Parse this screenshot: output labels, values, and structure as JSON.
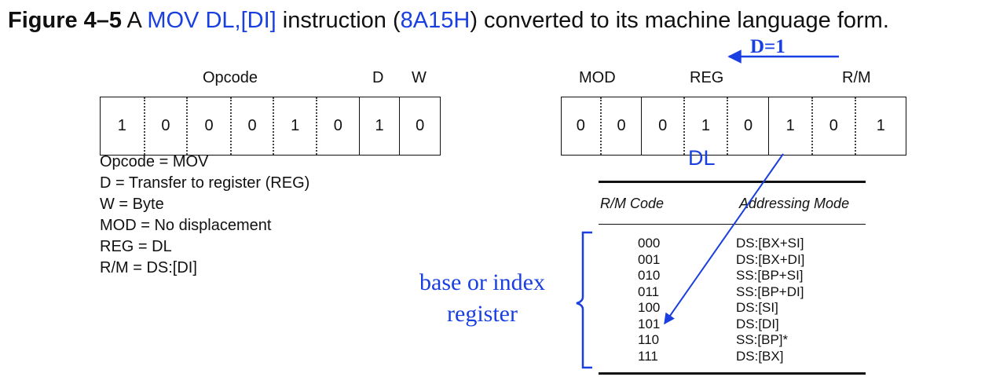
{
  "caption": {
    "label": "Figure 4–5",
    "text_a": "A ",
    "instr": "MOV DL,[DI]",
    "text_b": " instruction (",
    "hex": "8A15H",
    "text_c": ") converted to its machine language form."
  },
  "opcode_byte": {
    "headers": {
      "opcode": "Opcode",
      "d": "D",
      "w": "W"
    },
    "bits": [
      "1",
      "0",
      "0",
      "0",
      "1",
      "0",
      "1",
      "0"
    ]
  },
  "modrm_byte": {
    "headers": {
      "mod": "MOD",
      "reg": "REG",
      "rm": "R/M"
    },
    "bits": [
      "0",
      "0",
      "0",
      "1",
      "0",
      "1",
      "0",
      "1"
    ],
    "d_note": "D=1",
    "reg_name": "DL"
  },
  "legend": [
    "Opcode = MOV",
    "D = Transfer to register (REG)",
    "W = Byte",
    "MOD = No displacement",
    "REG = DL",
    "R/M = DS:[DI]"
  ],
  "rm_table": {
    "headers": {
      "code": "R/M Code",
      "mode": "Addressing Mode"
    },
    "rows": [
      {
        "code": "000",
        "mode": "DS:[BX+SI]"
      },
      {
        "code": "001",
        "mode": "DS:[BX+DI]"
      },
      {
        "code": "010",
        "mode": "SS:[BP+SI]"
      },
      {
        "code": "011",
        "mode": "SS:[BP+DI]"
      },
      {
        "code": "100",
        "mode": "DS:[SI]"
      },
      {
        "code": "101",
        "mode": "DS:[DI]"
      },
      {
        "code": "110",
        "mode": "SS:[BP]*"
      },
      {
        "code": "111",
        "mode": "DS:[BX]"
      }
    ]
  },
  "bracket_note": {
    "line1": "base or index",
    "line2": "register"
  },
  "colors": {
    "annotation": "#1a3fe0"
  }
}
